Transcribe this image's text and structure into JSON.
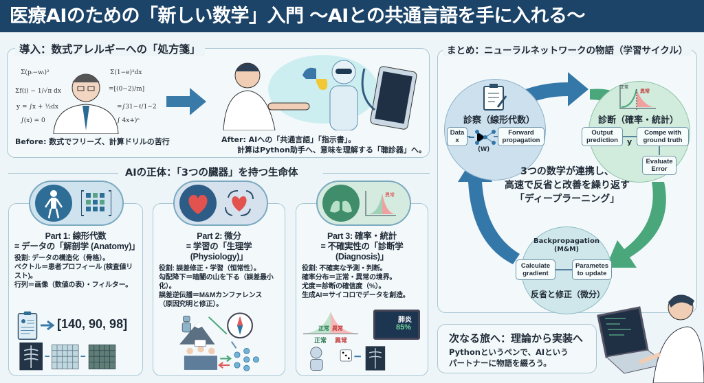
{
  "header": {
    "title": "医療AIのための「新しい数学」入門 〜AIとの共通言語を手に入れる〜"
  },
  "intro": {
    "title": "導入：数式アレルギーへの「処方箋」",
    "before": "Before: 数式でフリーズ、計算ドリルの苦行",
    "after_line1": "After: AIへの「共通言語」「指示書」。",
    "after_line2": "計算はPython助手へ、意味を理解する「聴診器」へ。"
  },
  "organs": {
    "title": "AIの正体：「3つの臓器」を持つ生命体",
    "parts": [
      {
        "title": "Part 1: 線形代数",
        "subtitle": "= データの「解剖学 (Anatomy)」",
        "lines": [
          "役割: データの構造化（骨格）。",
          "ベクトル＝患者プロフィール (検査値リスト)。",
          "行列＝画像（数値の表）・フィルター。"
        ],
        "vector": "[140, 90, 98]",
        "color": "#2d6d96"
      },
      {
        "title": "Part 2: 微分",
        "subtitle": "= 学習の「生理学 (Physiology)」",
        "lines": [
          "役割: 誤差修正・学習（恒常性）。",
          "勾配降下＝暗闇の山を下る（誤差最小化）。",
          "誤差逆伝播＝M&Mカンファレンス",
          "（原因究明と修正）。"
        ],
        "color": "#2d5d86"
      },
      {
        "title": "Part 3: 確率・統計",
        "subtitle": "= 不確実性の「診断学 (Diagnosis)」",
        "lines": [
          "役割: 不確実な予測・判断。",
          "確率分布＝正常・異常の境界。",
          "尤度＝診断の確信度（%）。",
          "生成AI＝サイコロでデータを創造。"
        ],
        "normal": "正常",
        "abnormal": "異常",
        "diagnosis": "肺炎",
        "confidence": "85%",
        "color": "#3f8d6a"
      }
    ]
  },
  "summary": {
    "title": "まとめ：ニューラルネットワークの物語（学習サイクル）",
    "exam": {
      "title": "診察（線形代数）",
      "data": "Data\nx",
      "weights": "(W)",
      "forward": "Forward propagation"
    },
    "diag": {
      "title": "診断（確率・統計）",
      "output": "Output prediction",
      "y": "y",
      "compare": "Compe with ground truth",
      "evaluate": "Evaluate Error",
      "normal": "正常",
      "abnormal": "異常"
    },
    "back": {
      "title": "Backpropagation",
      "sub": "(M&M)",
      "calc": "Calculate gradient",
      "params": "Parametes to update",
      "caption": "反省と修正（微分）"
    },
    "center": [
      "3つの数学が連携し、",
      "高速で反省と改善を繰り返す",
      "「ディープラーニング」"
    ]
  },
  "next": {
    "title": "次なる旅へ：理論から実装へ",
    "line1": "Pythonというペンで、AIという",
    "line2": "パートナーに物語を綴ろう。"
  },
  "colors": {
    "header": "#1b4468",
    "blue": "#2f76a6",
    "green": "#4aa77c",
    "red": "#e05a5a"
  }
}
